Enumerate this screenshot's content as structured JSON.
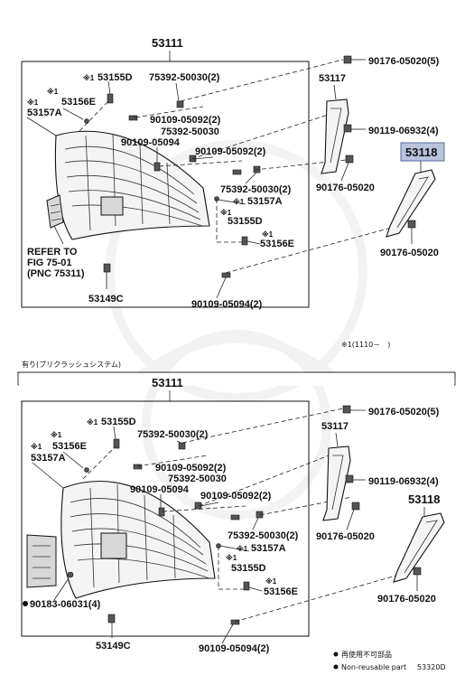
{
  "top": {
    "main_part": "53111",
    "labels": {
      "l53155d": "53155D",
      "l53156e": "53156E",
      "l53157a": "53157A",
      "l75392_a": "75392-50030(2)",
      "l90109_a": "90109-05092(2)",
      "l75392_b": "75392-50030",
      "l90109_b": "90109-05094",
      "l90109_c": "90109-05092(2)",
      "l75392_c": "75392-50030(2)",
      "l53157a_b": "53157A",
      "l53155d_b": "53155D",
      "l53156e_b": "53156E",
      "l90109_d": "90109-05094(2)",
      "l53149c": "53149C",
      "refer1": "REFER TO",
      "refer2": "FIG 75-01",
      "refer3": "(PNC 75311)",
      "l90176_a": "90176-05020(5)",
      "l53117": "53117",
      "l90119": "90119-06932(4)",
      "l90176_b": "90176-05020",
      "l53118": "53118",
      "l90176_c": "90176-05020"
    }
  },
  "note_mark": "※1",
  "note_x1": "※1",
  "note_mark_b": "※1",
  "note_x1b": "※1",
  "note_text": "※1(1110－　)",
  "section2_title": "有り(プリクラッシュシステム)",
  "bottom": {
    "main_part": "53111",
    "labels": {
      "l53155d": "53155D",
      "l53156e": "53156E",
      "l53157a": "53157A",
      "l75392_a": "75392-50030(2)",
      "l90109_a": "90109-05092(2)",
      "l75392_b": "75392-50030",
      "l90109_b": "90109-05094",
      "l90109_c": "90109-05092(2)",
      "l75392_c": "75392-50030(2)",
      "l53157a_b": "53157A",
      "l53155d_b": "53155D",
      "l53156e_b": "53156E",
      "l90109_d": "90109-05094(2)",
      "l53149c": "53149C",
      "l90183": "90183-06031(4)",
      "l90176_a": "90176-05020(5)",
      "l53117": "53117",
      "l90119": "90119-06932(4)",
      "l90176_b": "90176-05020",
      "l53118": "53118",
      "l90176_c": "90176-05020"
    }
  },
  "legend": {
    "jp": "再使用不可部品",
    "en": "Non-reusable part",
    "code": "53320D"
  },
  "colors": {
    "highlight": "#b8c4dd",
    "ink": "#111111"
  }
}
